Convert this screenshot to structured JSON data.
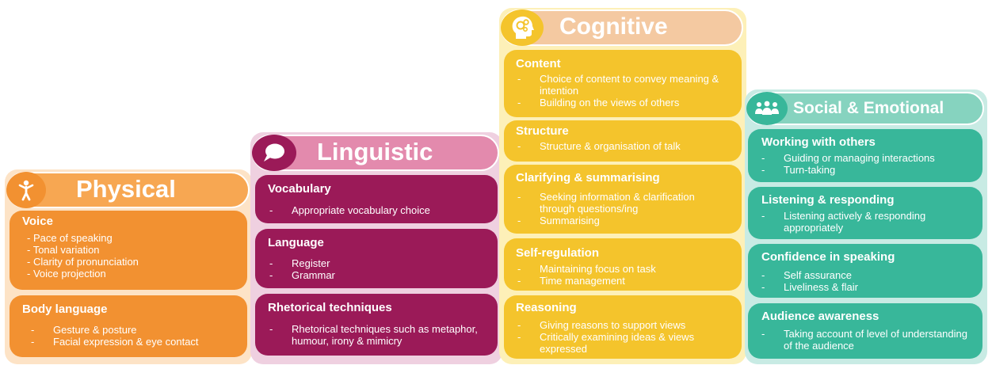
{
  "physical": {
    "title": "Physical",
    "cards": [
      {
        "heading": "Voice",
        "items": [
          "- Pace of speaking",
          "- Tonal variation",
          "- Clarity of pronunciation",
          "- Voice projection"
        ]
      },
      {
        "heading": "Body language",
        "items": [
          "Gesture & posture",
          "Facial expression & eye contact"
        ]
      }
    ]
  },
  "linguistic": {
    "title": "Linguistic",
    "cards": [
      {
        "heading": "Vocabulary",
        "items": [
          "Appropriate vocabulary choice"
        ]
      },
      {
        "heading": "Language",
        "items": [
          "Register",
          "Grammar"
        ]
      },
      {
        "heading": "Rhetorical techniques",
        "items": [
          "Rhetorical techniques such as metaphor, humour, irony & mimicry"
        ]
      }
    ]
  },
  "cognitive": {
    "title": "Cognitive",
    "cards": [
      {
        "heading": "Content",
        "items": [
          "Choice of content to convey meaning & intention",
          "Building on the views of others"
        ]
      },
      {
        "heading": "Structure",
        "items": [
          "Structure & organisation of talk"
        ]
      },
      {
        "heading": "Clarifying & summarising",
        "items": [
          "Seeking information & clarification through questions/ing",
          "Summarising"
        ]
      },
      {
        "heading": "Self-regulation",
        "items": [
          "Maintaining focus on task",
          "Time management"
        ]
      },
      {
        "heading": "Reasoning",
        "items": [
          "Giving reasons to support views",
          "Critically examining ideas & views expressed"
        ]
      }
    ]
  },
  "social": {
    "title": "Social & Emotional",
    "cards": [
      {
        "heading": "Working with others",
        "items": [
          "Guiding or managing interactions",
          "Turn-taking"
        ]
      },
      {
        "heading": "Listening & responding",
        "items": [
          "Listening actively & responding appropriately"
        ]
      },
      {
        "heading": "Confidence in speaking",
        "items": [
          "Self assurance",
          "Liveliness & flair"
        ]
      },
      {
        "heading": "Audience awareness",
        "items": [
          "Taking account of level of understanding of the audience"
        ]
      }
    ]
  },
  "bullet": "-",
  "colors": {
    "physical_bg": "#fde3c6",
    "physical_header": "#f7a752",
    "physical_card": "#f29131",
    "linguistic_bg": "#efd0e0",
    "linguistic_header": "#e38aad",
    "linguistic_card": "#9b1a58",
    "cognitive_bg": "#fdf0b8",
    "cognitive_header": "#f4c9a1",
    "cognitive_card": "#f4c42c",
    "cognitive_icon": "#f4c42c",
    "social_bg": "#c8ebe4",
    "social_header": "#86d3bf",
    "social_card": "#38b79a"
  },
  "icons": {
    "physical": "person-icon",
    "linguistic": "speech-bubble-icon",
    "cognitive": "head-gears-icon",
    "social": "group-icon"
  }
}
